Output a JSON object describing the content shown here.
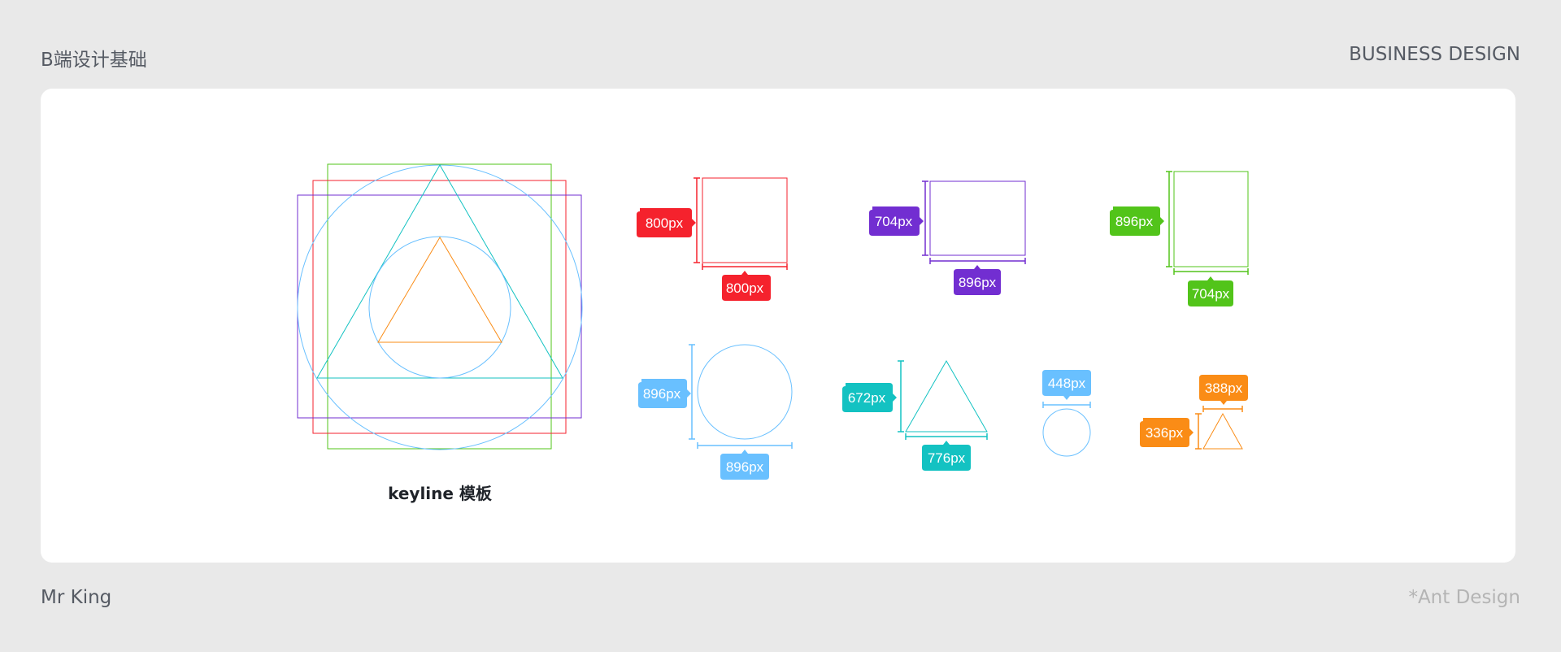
{
  "header": {
    "title_left": "B端设计基础",
    "title_right": "BUSINESS DESIGN"
  },
  "footer": {
    "author": "Mr King",
    "source": "*Ant Design"
  },
  "keyline": {
    "caption": "keyline 模板"
  },
  "colors": {
    "red": "#f5222d",
    "purple": "#722ed1",
    "green": "#52c41a",
    "blue": "#69c0ff",
    "cyan": "#13c2c2",
    "orange": "#fa8c16"
  },
  "shapes": {
    "square": {
      "height_label": "800px",
      "width_label": "800px"
    },
    "landscape": {
      "height_label": "704px",
      "width_label": "896px"
    },
    "portrait": {
      "height_label": "896px",
      "width_label": "704px"
    },
    "circle_large": {
      "height_label": "896px",
      "width_label": "896px"
    },
    "triangle_large": {
      "height_label": "672px",
      "width_label": "776px"
    },
    "circle_small": {
      "width_label": "448px"
    },
    "triangle_small": {
      "height_label": "336px",
      "width_label": "388px"
    }
  }
}
